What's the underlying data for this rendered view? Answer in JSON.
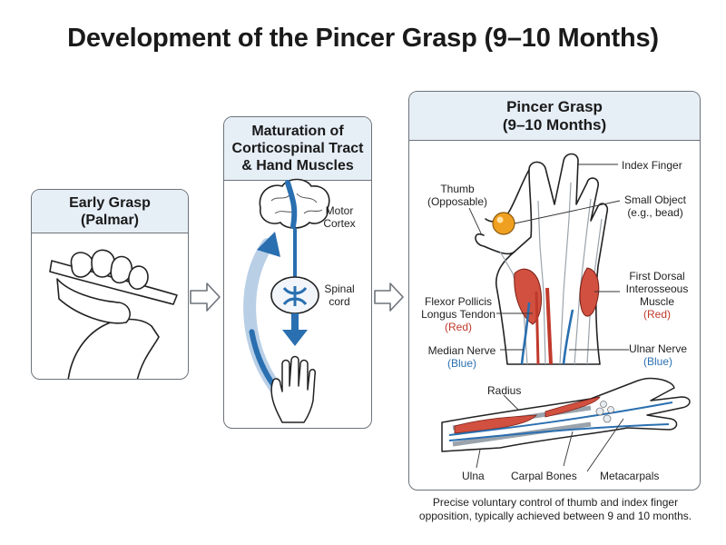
{
  "title": "Development of the Pincer Grasp (9–10 Months)",
  "panels": {
    "early": {
      "line1": "Early Grasp",
      "line2": "(Palmar)"
    },
    "maturation": {
      "line1": "Maturation of",
      "line2": "Corticospinal Tract",
      "line3": "& Hand Muscles"
    },
    "pincer": {
      "line1": "Pincer Grasp",
      "line2": "(9–10 Months)"
    }
  },
  "labels": {
    "motor_1": "Motor",
    "motor_2": "Cortex",
    "spinal_1": "Spinal",
    "spinal_2": "cord",
    "index_finger": "Index Finger",
    "thumb_1": "Thumb",
    "thumb_2": "(Opposable)",
    "object_1": "Small Object",
    "object_2": "(e.g., bead)",
    "fdi_1": "First Dorsal",
    "fdi_2": "Interosseous",
    "fdi_3": "Muscle",
    "fdi_4": "(Red)",
    "fpl_1": "Flexor Pollicis",
    "fpl_2": "Longus Tendon",
    "fpl_3": "(Red)",
    "median_1": "Median Nerve",
    "median_2": "(Blue)",
    "ulnar_1": "Ulnar Nerve",
    "ulnar_2": "(Blue)",
    "radius": "Radius",
    "ulna": "Ulna",
    "carpal": "Carpal Bones",
    "metacarpals": "Metacarpals"
  },
  "caption": {
    "line1": "Precise voluntary control of thumb and index finger",
    "line2": "opposition, typically achieved between 9 and 10 months."
  },
  "colors": {
    "header_fill": "#e6eef6",
    "muscle_red": "#c0392b",
    "nerve_blue": "#2a6fb0",
    "bead": "#f0a020"
  }
}
